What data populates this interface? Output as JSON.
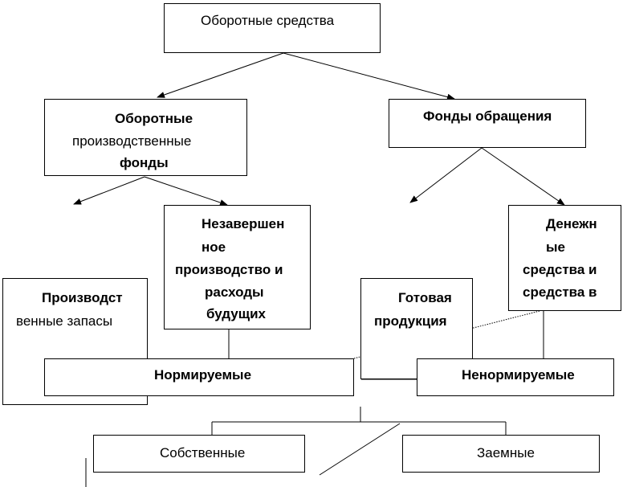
{
  "diagram": {
    "root": "Оборотные средства",
    "production_funds": [
      "Оборотные",
      "производственные",
      "фонды"
    ],
    "circulation_funds": "Фонды обращения",
    "unfinished": [
      "Незавершен",
      "ное",
      "производство и",
      "расходы",
      "будущих"
    ],
    "money": [
      "Денежн",
      "ые",
      "средства и",
      "средства в"
    ],
    "stocks": [
      "Производст",
      "венные запасы"
    ],
    "finished_goods": [
      "Готовая",
      "продукция"
    ],
    "normalized": "Нормируемые",
    "non_normalized": "Ненормируемые",
    "own": "Собственные",
    "borrowed": "Заемные"
  }
}
